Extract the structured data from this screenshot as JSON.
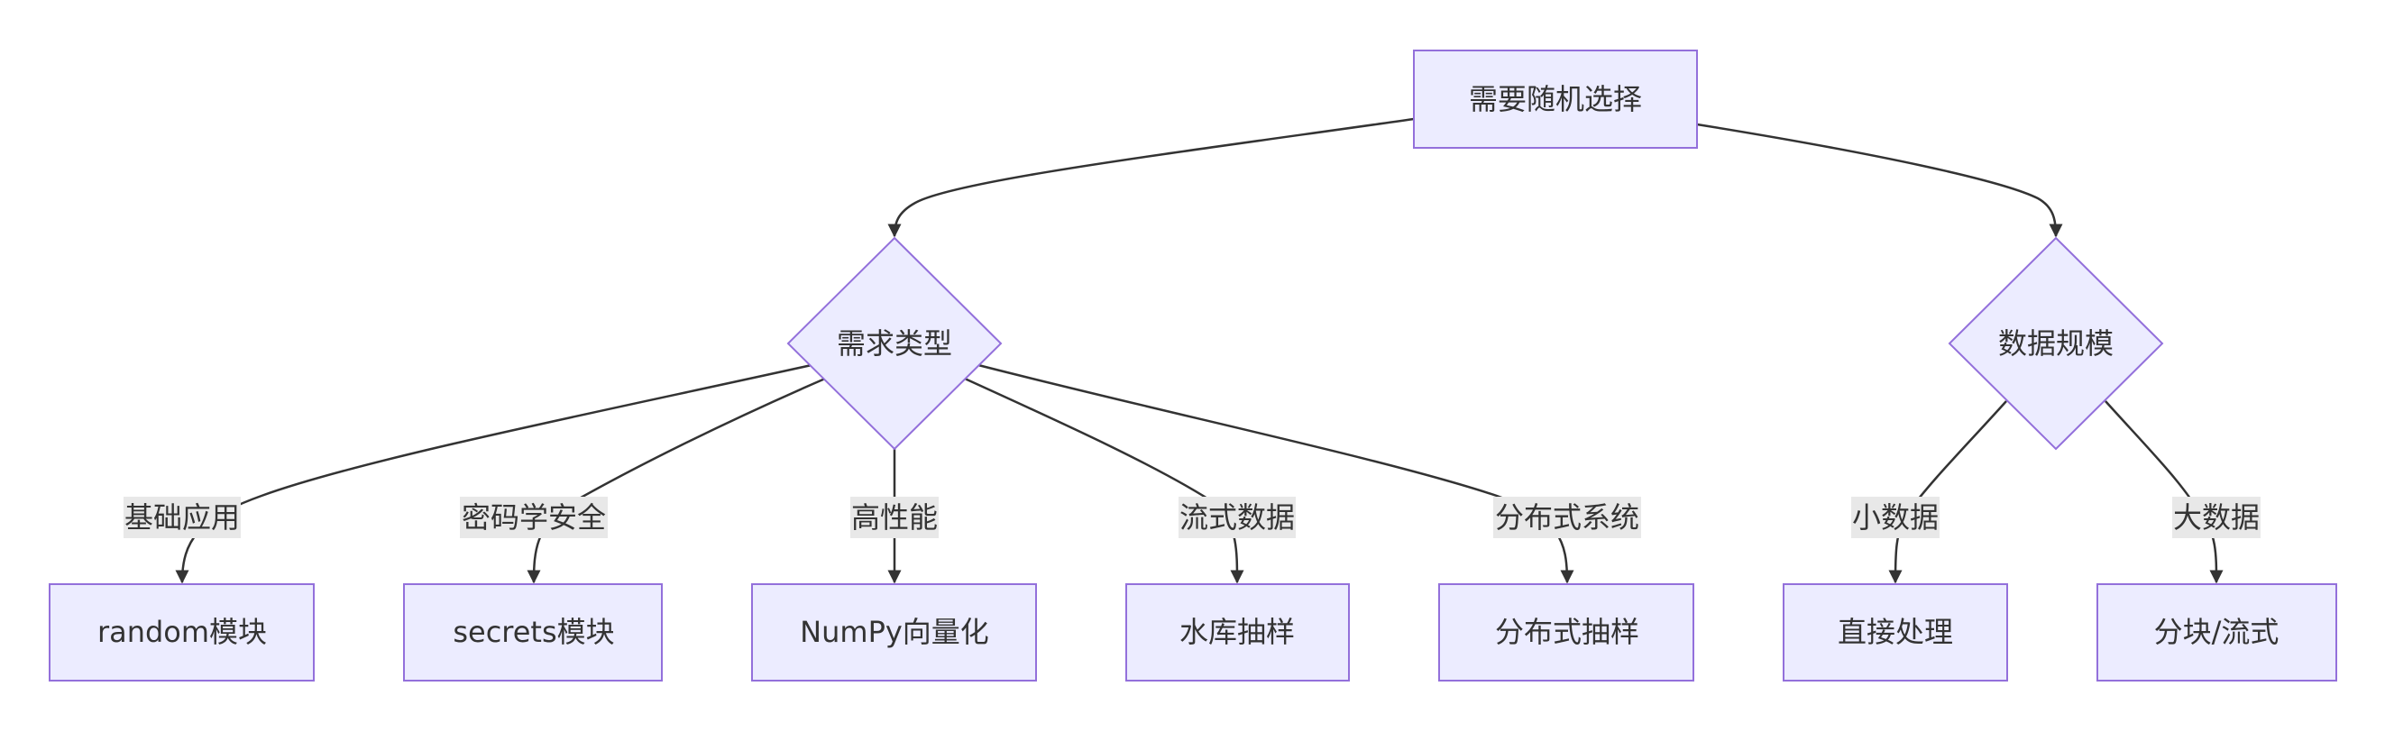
{
  "nodes": {
    "root": "需要随机选择",
    "need_type": "需求类型",
    "data_scale": "数据规模",
    "random_module": "random模块",
    "secrets_module": "secrets模块",
    "numpy_vectorized": "NumPy向量化",
    "reservoir_sampling": "水库抽样",
    "distributed_sampling": "分布式抽样",
    "direct_processing": "直接处理",
    "chunked_streaming": "分块/流式"
  },
  "edges": {
    "basic_use": "基础应用",
    "crypto_security": "密码学安全",
    "high_performance": "高性能",
    "streaming_data": "流式数据",
    "distributed_system": "分布式系统",
    "small_data": "小数据",
    "big_data": "大数据"
  },
  "colors": {
    "node_fill": "#ECECFF",
    "node_stroke": "#9370DB",
    "edge": "#333333",
    "label_bg": "#E8E8E8"
  }
}
